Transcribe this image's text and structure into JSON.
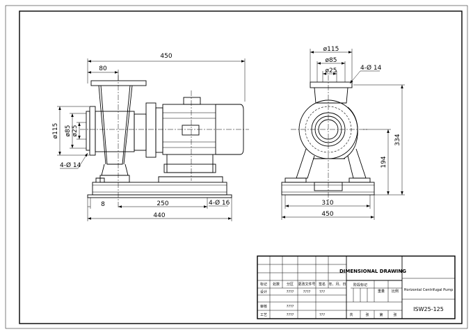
{
  "dimensions": {
    "top_length": "450",
    "inlet_offset": "80",
    "flange_od": "ø115",
    "bolt_circle": "ø85",
    "bore": "ø25",
    "flange_holes": "4-Ø 14",
    "base_offset": "8",
    "base_holes_pitch": "250",
    "base_holes": "4-Ø 16",
    "base_length": "440",
    "end_flange_od": "ø115",
    "end_bolt_circle": "ø85",
    "end_bore": "ø25",
    "end_flange_holes": "4-Ø 14",
    "total_height": "334",
    "shaft_height": "194",
    "base_width_inner": "310",
    "base_width": "450"
  },
  "title_block": {
    "drawing_title": "DIMENSIONAL DRAWING",
    "product_name": "Horizontal Centrifugal Pump",
    "model_code": "ISW25-125",
    "row_labels": {
      "mark": "标记",
      "count": "处数",
      "zone": "分区",
      "change_doc": "更改文件号",
      "signature": "签名",
      "date": "年、月、日",
      "design": "设计",
      "review": "审核",
      "process": "工艺",
      "stage_mark": "阶段标记",
      "weight": "重量",
      "scale": "比例",
      "total": "共",
      "sheets": "张",
      "page": "第",
      "sheet": "张"
    },
    "placeholders": {
      "design_value": "????",
      "design_std": "????",
      "design_date": "???",
      "review_value": "????",
      "process_value": "????",
      "process_date": "???"
    }
  }
}
